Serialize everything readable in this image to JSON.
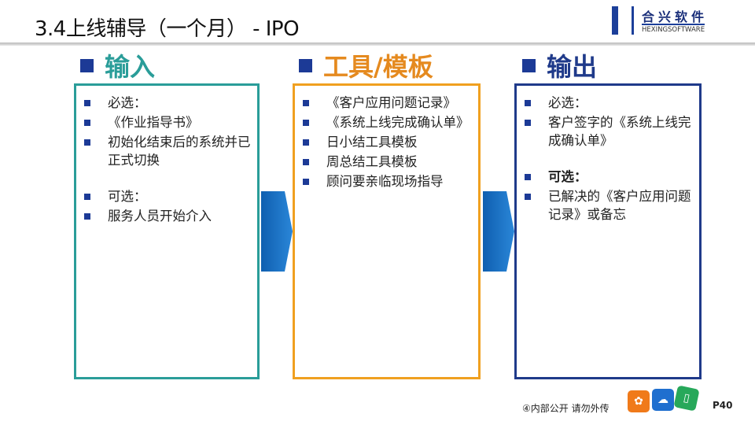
{
  "title": "3.4上线辅导（一个月） - IPO",
  "logo": {
    "cn": "合兴软件",
    "en": "HEXINGSOFTWARE"
  },
  "columns": [
    {
      "heading": "输入",
      "color": "#2a9d99",
      "border": "#2a9d99",
      "items": [
        {
          "text": "必选："
        },
        {
          "text": "《作业指导书》"
        },
        {
          "text": "初始化结束后的系统并已正式切换"
        },
        {
          "text": "可选：",
          "gap": true
        },
        {
          "text": "服务人员开始介入"
        }
      ]
    },
    {
      "heading": "工具/模板",
      "color": "#e58a1f",
      "border": "#f0a020",
      "items": [
        {
          "text": "《客户应用问题记录》"
        },
        {
          "text": "《系统上线完成确认单》"
        },
        {
          "text": "日小结工具模板"
        },
        {
          "text": "周总结工具模板"
        },
        {
          "text": "顾问要亲临现场指导"
        }
      ]
    },
    {
      "heading": "输出",
      "color": "#1f3a8a",
      "border": "#1f3a8a",
      "items": [
        {
          "text": "必选："
        },
        {
          "text": "客户签字的《系统上线完成确认单》"
        },
        {
          "text": "可选：",
          "gap": true,
          "bold": true
        },
        {
          "text": "已解决的《客户应用问题记录》或备忘"
        }
      ]
    }
  ],
  "footer": {
    "notice": "④内部公开 请勿外传",
    "page": "P40"
  }
}
